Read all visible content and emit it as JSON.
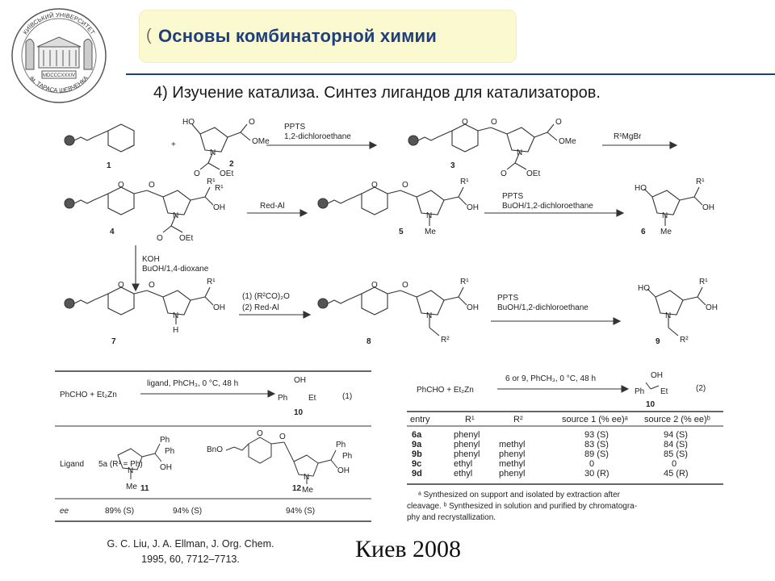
{
  "header": {
    "title_stub": "(",
    "title": "Основы комбинаторной химии",
    "subtitle": "4) Изучение катализа. Синтез лигандов для катализаторов."
  },
  "logo": {
    "icon": "university-seal-icon",
    "seal_text_top": "КИЇВСЬКИЙ УНІВЕРСИТЕТ",
    "seal_text_bottom": "ім. ТАРАСА ШЕВЧЕНКА",
    "seal_year": "MDCCCXXXIV"
  },
  "scheme": {
    "compounds": {
      "c1": "1",
      "c2": "2",
      "c3": "3",
      "c4": "4",
      "c5": "5",
      "c6": "6",
      "c7": "7",
      "c8": "8",
      "c9": "9"
    },
    "plus": "+",
    "reagents": {
      "r1_line1": "PPTS",
      "r1_line2": "1,2-dichloroethane",
      "r2": "R¹MgBr",
      "r3": "Red-Al",
      "r4_line1": "PPTS",
      "r4_line2": "BuOH/1,2-dichloroethane",
      "r5_line1": "KOH",
      "r5_line2": "BuOH/1,4-dioxane",
      "r6_line1": "(1) (R²CO)₂O",
      "r6_line2": "(2) Red-Al",
      "r7_line1": "PPTS",
      "r7_line2": "BuOH/1,2-dichloroethane"
    },
    "atoms": {
      "ho": "HO",
      "oh": "OH",
      "o": "O",
      "n": "N",
      "h": "H",
      "ome": "OMe",
      "oet": "OEt",
      "me": "Me",
      "r1": "R¹",
      "r2": "R²"
    }
  },
  "left_table": {
    "reaction": "PhCHO + Et₂Zn",
    "conditions": "ligand, PhCH₃, 0 °C, 48 h",
    "product_oh": "OH",
    "product_ph": "Ph",
    "product_et": "Et",
    "product_num": "10",
    "eq_num": "(1)",
    "row_label": "Ligand",
    "ligand_5a": "5a (R¹ = Ph)",
    "ligand_11": "11",
    "ligand_12": "12",
    "ligand_bno": "BnO",
    "ee_label": "ee",
    "ee_values": [
      "89% (S)",
      "94% (S)",
      "94% (S)"
    ]
  },
  "right_table": {
    "reaction": "PhCHO + Et₂Zn",
    "conditions": "6 or 9, PhCH₃, 0 °C, 48 h",
    "product_oh": "OH",
    "product_ph": "Ph",
    "product_et": "Et",
    "product_num": "10",
    "eq_num": "(2)",
    "headers": [
      "entry",
      "R¹",
      "R²",
      "source 1 (% ee)ᵃ",
      "source 2 (% ee)ᵇ"
    ],
    "rows": [
      [
        "6a",
        "phenyl",
        "",
        "93 (S)",
        "94 (S)"
      ],
      [
        "9a",
        "phenyl",
        "methyl",
        "83 (S)",
        "84 (S)"
      ],
      [
        "9b",
        "phenyl",
        "phenyl",
        "89 (S)",
        "85 (S)"
      ],
      [
        "9c",
        "ethyl",
        "methyl",
        "0",
        "0"
      ],
      [
        "9d",
        "ethyl",
        "phenyl",
        "30 (R)",
        "45 (R)"
      ]
    ],
    "footnote_a_line1": "ᵃ Synthesized on support and isolated by extraction after",
    "footnote_a_line2": "cleavage. ᵇ Synthesized in solution and purified by chromatogra-",
    "footnote_b_line3": "phy and recrystallization."
  },
  "footer": {
    "citation_line1": "G. C. Liu, J. A. Ellman, J. Org. Chem.",
    "citation_line2": "1995, 60, 7712–7713.",
    "city_year": "Киев 2008"
  }
}
